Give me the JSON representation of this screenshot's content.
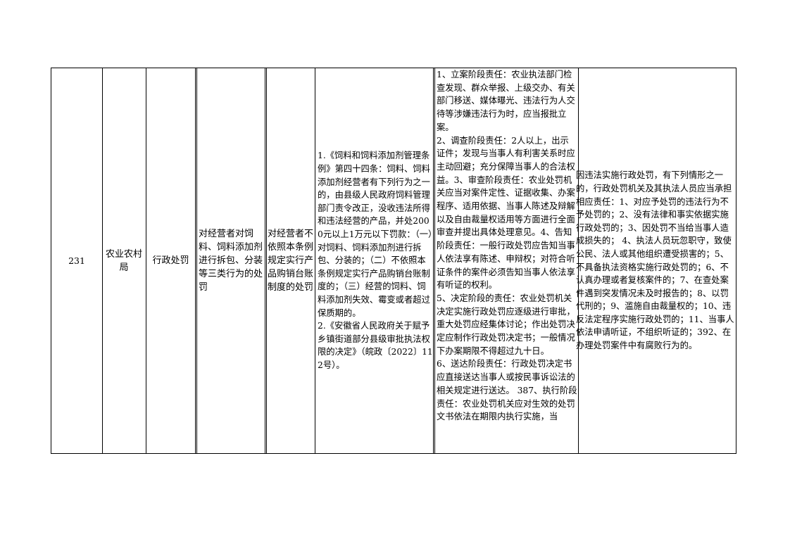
{
  "row": {
    "seq": "231",
    "department": "农业农村局",
    "category": "行政处罚",
    "item_name": "对经营者对饲料、饲料添加剂进行拆包、分装等三类行为的处罚",
    "sub_item": "对经营者不依照本条例规定实行产品购销台账制度的处罚",
    "basis": "1.《饲料和饲料添加剂管理条例》第四十四条：饲料、饲料添加剂经营者有下列行为之一的，由县级人民政府饲料管理部门责令改正，没收违法所得和违法经营的产品，并处2000元以上1万元以下罚款：（一）对饲料、饲料添加剂进行拆包、分装的；（二）不依照本条例规定实行产品购销台账制度的；（三）经营的饲料、饲料添加剂失效、霉变或者超过保质期的。\n2.《安徽省人民政府关于赋予乡镇街道部分县级审批执法权限的决定》（皖政〔2022〕112号）。",
    "responsibility": "1、立案阶段责任：农业执法部门检查发现、群众举报、上级交办、有关部门移送、媒体曝光、违法行为人交待等涉嫌违法行为时，应当报批立案。\n2、调查阶段责任：2人以上，出示证件；发现与当事人有利害关系时应主动回避；充分保障当事人的合法权益。3、审查阶段责任：农业处罚机关应当对案件定性、证据收集、办案程序、适用依据、当事人陈述及辩解以及自由裁量权适用等方面进行全面审查并提出具体处理意见。4、告知阶段责任：一般行政处罚应告知当事人依法享有陈述、申辩权；对符合听证条件的案件必须告知当事人依法享有听证的权利。\n5、决定阶段的责任：农业处罚机关决定实施行政处罚应逐级进行审批，重大处罚应经集体讨论；作出处罚决定应制作行政处罚决定书；一般情况下办案期限不得超过九十日。\n6、送达阶段责任：行政处罚决定书应直接送达当事人或按民事诉讼法的相关规定进行送达。 387、执行阶段责任：农业处罚机关应对生效的处罚文书依法在期限内执行实施，当",
    "accountability": "因违法实施行政处罚，有下列情形之一的，行政处罚机关及其执法人员应当承担相应责任：1、对应予处罚的违法行为不予处罚的；2、没有法律和事实依据实施行政处罚的；3、因处罚不当给当事人造成损失的； 4、执法人员玩忽职守，致使公民、法人或其他组织遭受损害的；5、不具备执法资格实施行政处罚的；6、不认真办理或者复核案件的；7、在查处案件遇到突发情况未及时报告的；8、以罚代刑的；9、滥施自由裁量权的；10、违反法定程序实施行政处罚的；11、当事人依法申请听证，不组织听证的；392、在办理处罚案件中有腐败行为的。"
  }
}
